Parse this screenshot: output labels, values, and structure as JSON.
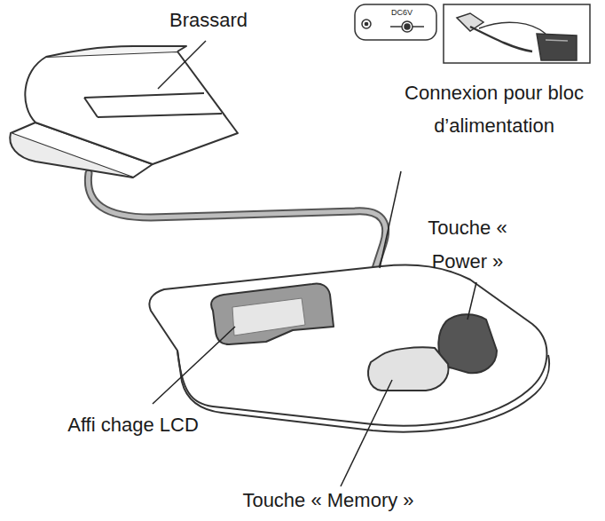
{
  "diagram": {
    "labels": [
      "Brassard",
      "DC6V",
      "Connexion pour bloc d’alimentation",
      "Touche « Power »",
      "Affi chage LCD",
      "Touche « Memory »"
    ]
  }
}
